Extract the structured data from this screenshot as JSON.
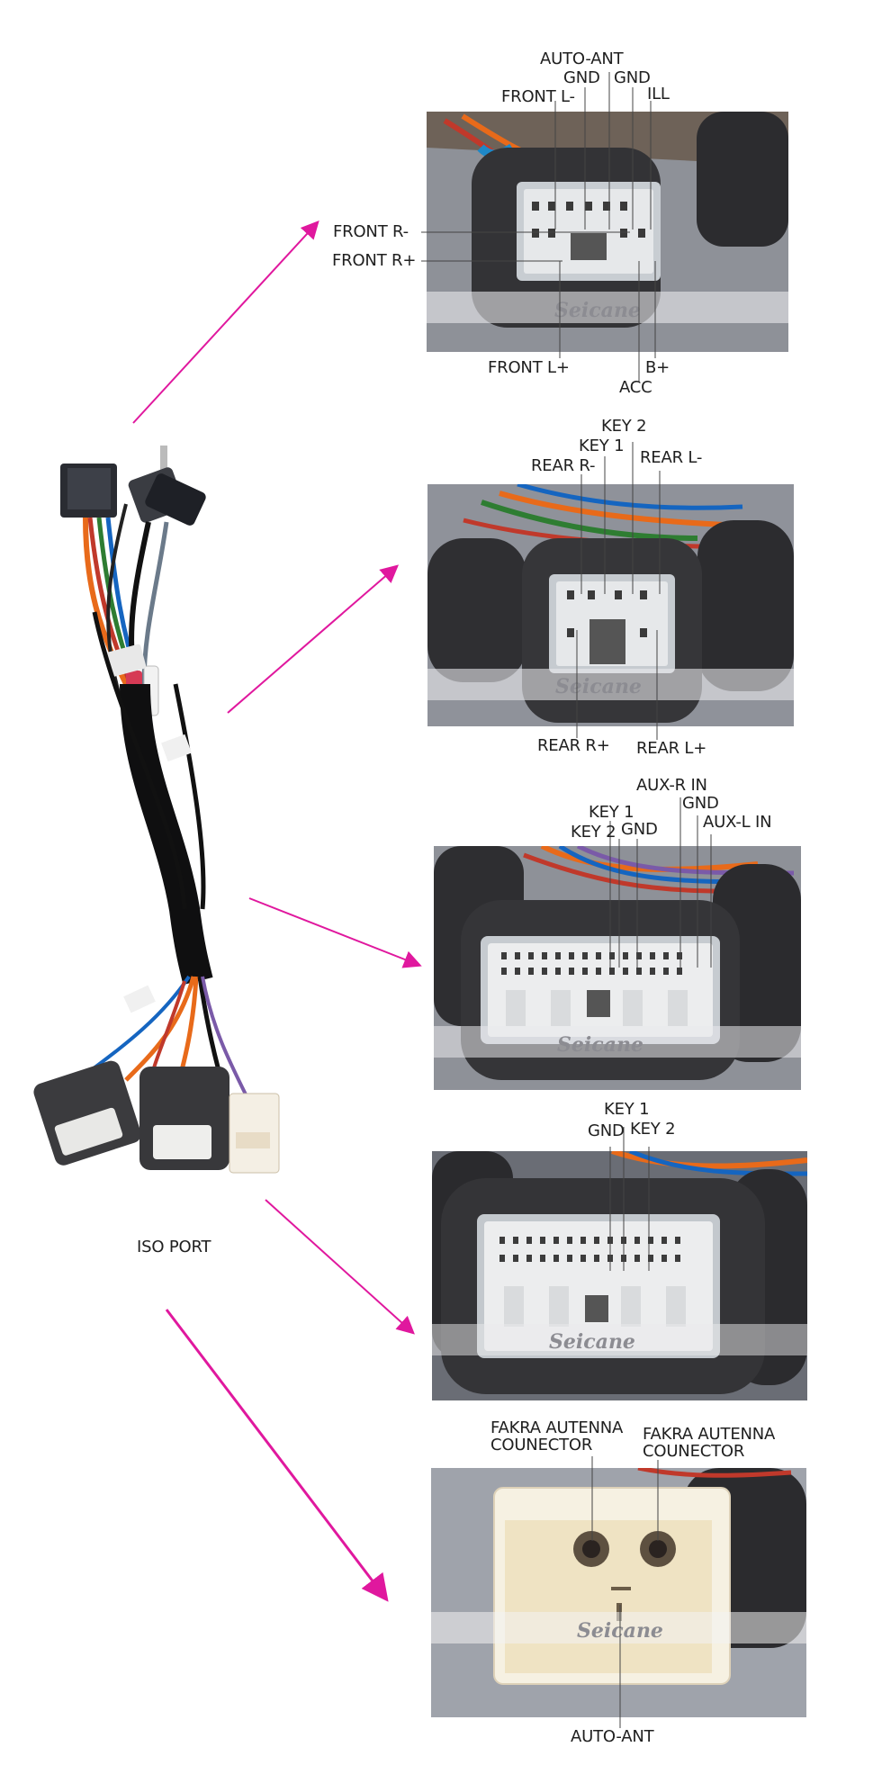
{
  "brand": "Seicane",
  "accent_color": "#e0189e",
  "iso_port_label": "ISO PORT",
  "panel1": {
    "top_labels": [
      "AUTO-ANT",
      "GND",
      "GND",
      "FRONT L-",
      "ILL"
    ],
    "left_labels": [
      "FRONT R-",
      "FRONT R+"
    ],
    "bottom_labels": [
      "FRONT L+",
      "B+",
      "ACC"
    ]
  },
  "panel2": {
    "top_labels": [
      "KEY 2",
      "KEY 1",
      "REAR R-",
      "REAR L-"
    ],
    "bottom_labels": [
      "REAR R+",
      "REAR L+"
    ]
  },
  "panel3": {
    "top_labels": [
      "AUX-R IN",
      "GND",
      "KEY 1",
      "KEY 2",
      "GND",
      "AUX-L IN"
    ]
  },
  "panel4": {
    "top_labels": [
      "KEY 1",
      "GND",
      "KEY 2"
    ]
  },
  "panel5": {
    "top_labels": [
      "FAKRA AUTENNA\nCOUNECTOR",
      "FAKRA AUTENNA\nCOUNECTOR"
    ],
    "bottom_label": "AUTO-ANT"
  },
  "icons": [
    "wire-harness-photo",
    "connector-photo",
    "pointer-arrow"
  ]
}
